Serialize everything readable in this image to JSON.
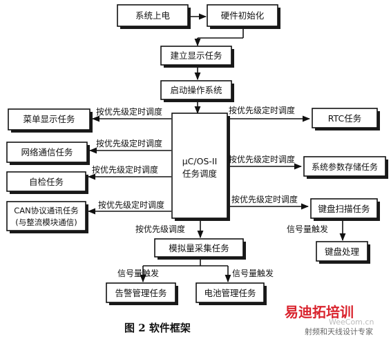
{
  "nodes": {
    "power_on": "系统上电",
    "hw_init": "硬件初始化",
    "create_display": "建立显示任务",
    "start_os": "启动操作系统",
    "scheduler_line1": "μC/OS-II",
    "scheduler_line2": "任务调度",
    "menu_display": "菜单显示任务",
    "network_comm": "网络通信任务",
    "self_check": "自检任务",
    "can_comm_line1": "CAN协议通讯任务",
    "can_comm_line2": "(与整流模块通信)",
    "rtc": "RTC任务",
    "param_store": "系统参数存储任务",
    "key_scan": "键盘扫描任务",
    "key_process": "键盘处理",
    "analog_acq": "模拟量采集任务",
    "alarm_mgmt": "告警管理任务",
    "battery_mgmt": "电池管理任务"
  },
  "labels": {
    "priority_timed": "按优先级定时调度",
    "priority": "按优先级调度",
    "signal_trigger": "信号量触发"
  },
  "caption": "图 2   软件框架",
  "watermark": {
    "brand": "易迪拓培训",
    "subtitle": "射频和天线设计专家",
    "site": "WeeCom.cn"
  },
  "colors": {
    "box_stroke": "#111111",
    "watermark_red": "#d9232d",
    "watermark_gray": "#888888"
  }
}
